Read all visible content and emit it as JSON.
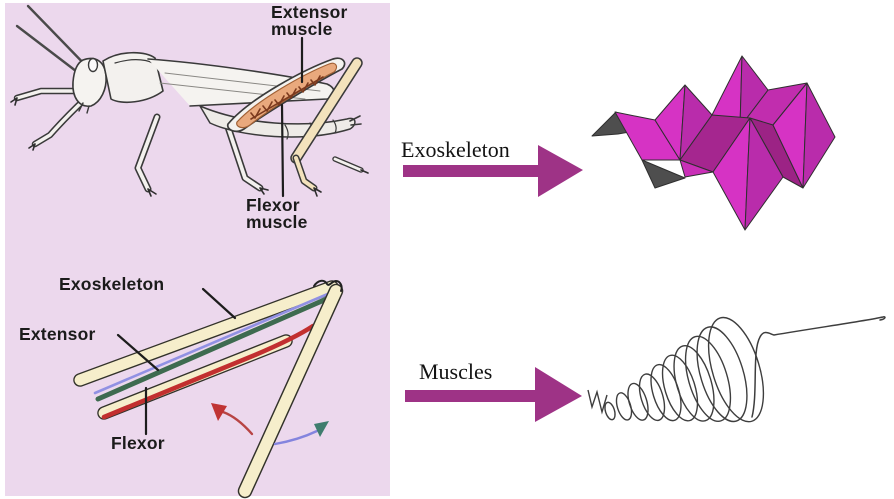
{
  "insect_diagram": {
    "extensor_muscle": {
      "line1": "Extensor",
      "line2": "muscle"
    },
    "flexor_muscle": {
      "line1": "Flexor",
      "line2": "muscle"
    }
  },
  "stick_model": {
    "exoskeleton_label": "Exoskeleton",
    "extensor_label": "Extensor",
    "flexor_label": "Flexor"
  },
  "mappings": {
    "exoskeleton": {
      "label": "Exoskeleton",
      "target": "origami-fold-structure"
    },
    "muscles": {
      "label": "Muscles",
      "target": "coil-spring-actuator"
    }
  },
  "colors": {
    "panel_bg": "#ecd8ed",
    "arrow": "#9e3386",
    "origami_bright": "#d633c4",
    "origami_mid": "#b92cab",
    "origami_valley": "#a5268f",
    "origami_dark_valley": "#9c2385",
    "origami_gray": "#4e4e4e",
    "stick_fill": "#f6eecb",
    "green_tendon": "#3e6b50",
    "red_tendon": "#c22f2f",
    "blue_tendon": "#9191e3",
    "muscle_orange": "#e9a97d",
    "spring_line": "#3e3e3e"
  }
}
